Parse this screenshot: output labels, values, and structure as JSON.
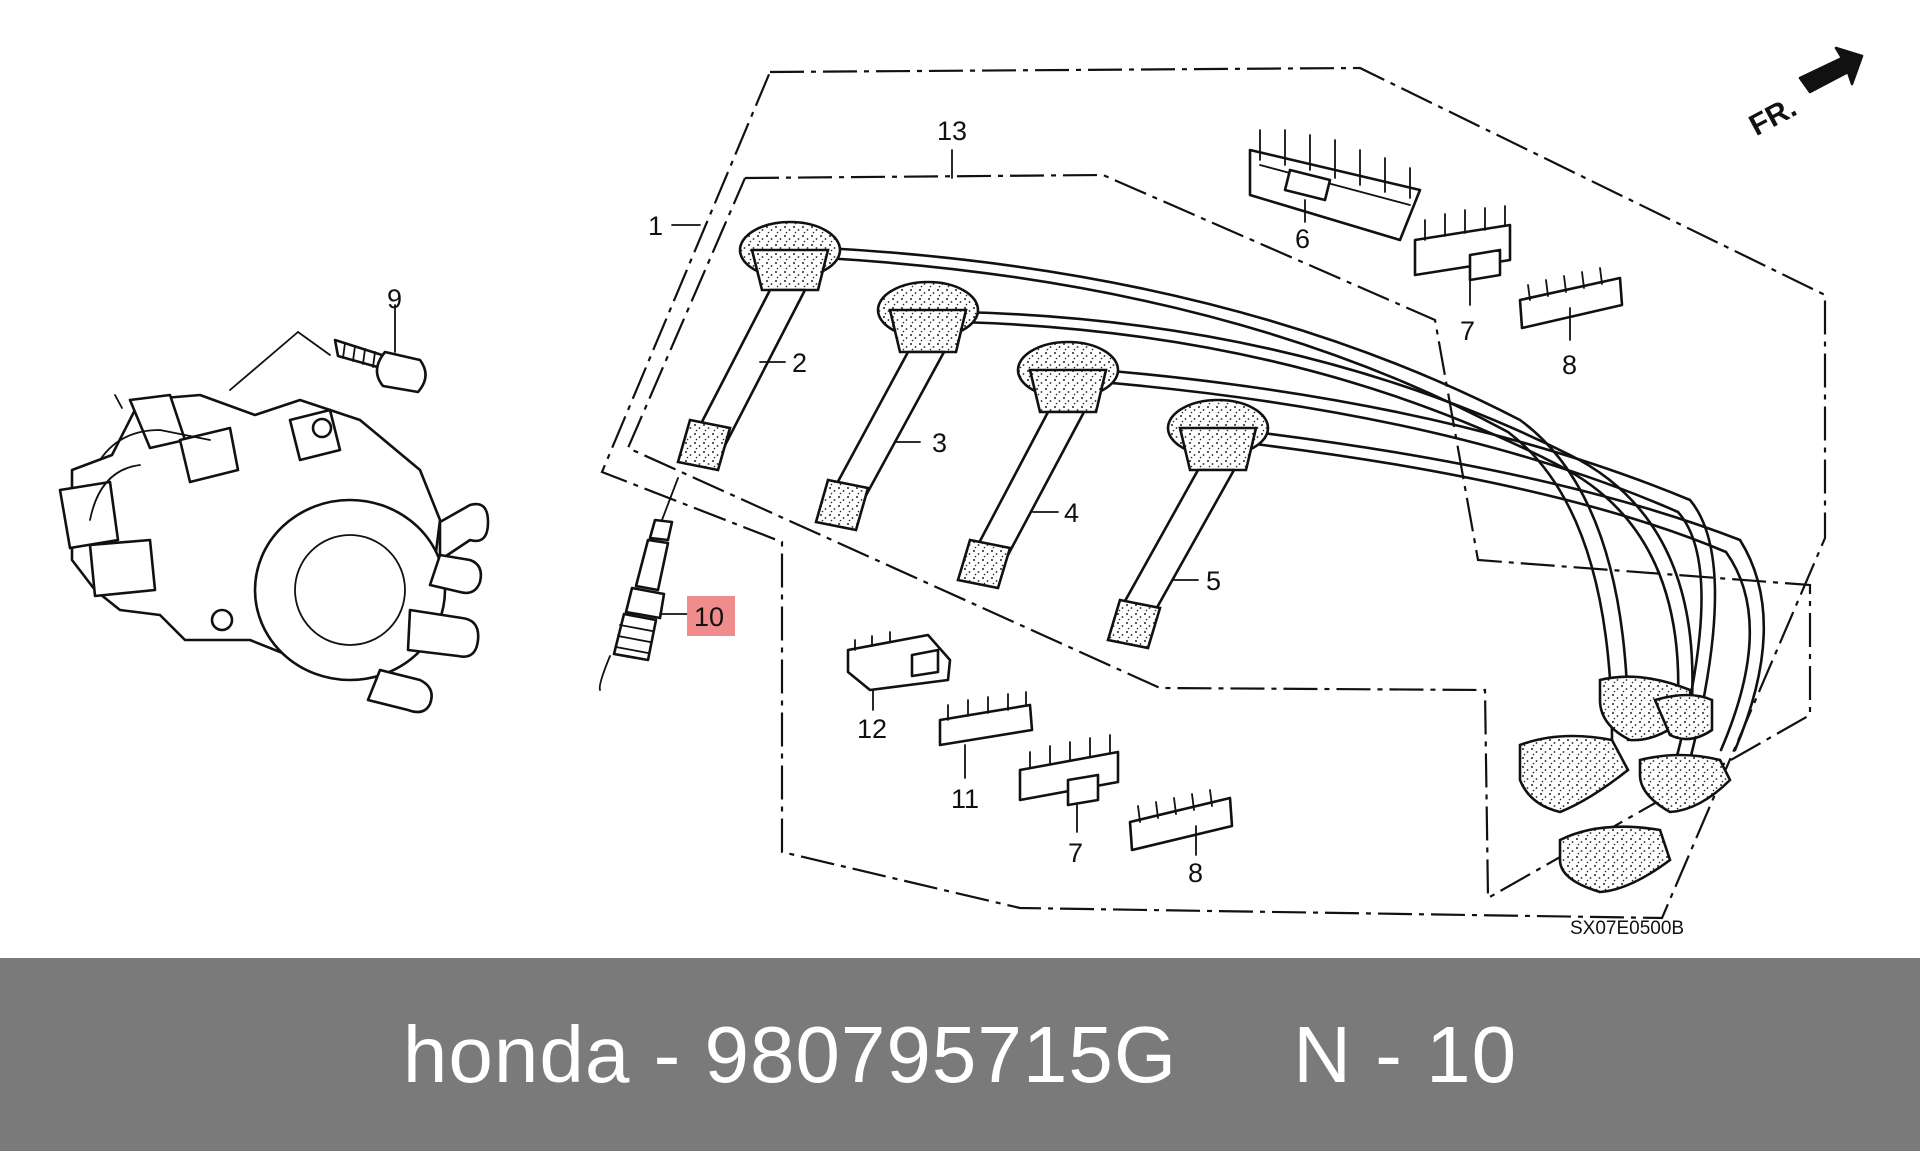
{
  "diagram": {
    "drawing_code": "SX07E0500B",
    "direction_label": "FR.",
    "highlight_color": "#f08c8c",
    "highlighted_callout": "10",
    "callouts": [
      "1",
      "2",
      "3",
      "4",
      "5",
      "6",
      "7",
      "8",
      "9",
      "10",
      "11",
      "12",
      "13",
      "7",
      "8"
    ]
  },
  "footer": {
    "text": "honda - 980795715G     N - 10",
    "background": "#7a7a7a"
  }
}
